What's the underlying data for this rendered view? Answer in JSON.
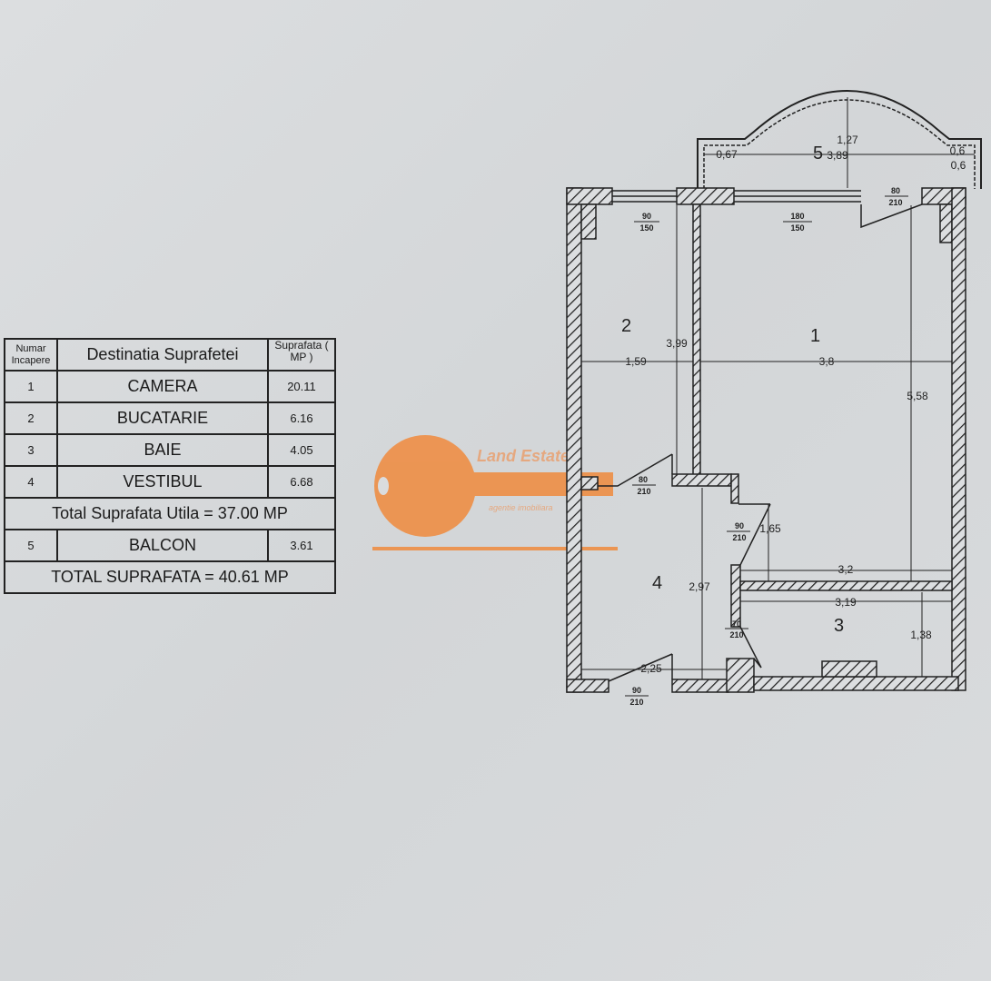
{
  "table": {
    "headers": {
      "number": "Numar Incapere",
      "destination": "Destinatia Suprafetei",
      "area": "Suprafata ( MP )"
    },
    "rows": [
      {
        "number": "1",
        "name": "CAMERA",
        "area": "20.11"
      },
      {
        "number": "2",
        "name": "BUCATARIE",
        "area": "6.16"
      },
      {
        "number": "3",
        "name": "BAIE",
        "area": "4.05"
      },
      {
        "number": "4",
        "name": "VESTIBUL",
        "area": "6.68"
      }
    ],
    "subtotal": "Total Suprafata Utila = 37.00 MP",
    "balcony": {
      "number": "5",
      "name": "BALCON",
      "area": "3.61"
    },
    "total": "TOTAL SUPRAFATA = 40.61 MP"
  },
  "plan": {
    "rooms": {
      "r1": "1",
      "r2": "2",
      "r3": "3",
      "r4": "4",
      "r5": "5"
    },
    "dimensions": {
      "d159": "1,59",
      "d38": "3,8",
      "d399": "3,99",
      "d558": "5,58",
      "d297": "2,97",
      "d165": "1,65",
      "d32": "3,2",
      "d319": "3,19",
      "d138": "1,38",
      "d225": "2,25",
      "d389": "3,89",
      "d127": "1,27",
      "d067": "0,67",
      "d06a": "0,6",
      "d06b": "0,6"
    },
    "openings": {
      "w2_w": "90",
      "w2_h": "150",
      "w1_w": "180",
      "w1_h": "150",
      "db_w": "80",
      "db_h": "210",
      "d24_w": "80",
      "d24_h": "210",
      "d14_w": "90",
      "d14_h": "210",
      "d34_w": "70",
      "d34_h": "210",
      "de_w": "90",
      "de_h": "210"
    }
  },
  "watermark": {
    "brand": "Land Estate",
    "tagline": "agentie imobiliara",
    "color": "#f08a3c"
  }
}
